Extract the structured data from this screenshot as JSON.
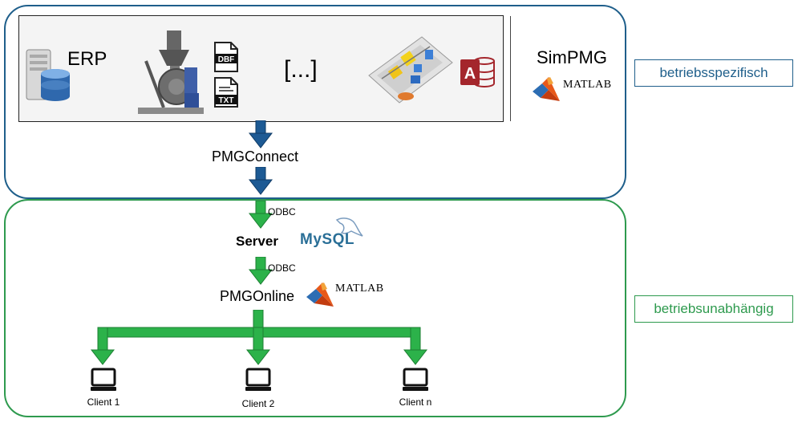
{
  "sources": {
    "erp_label": "ERP",
    "ellipsis": "[...]",
    "dbf_label": "DBF",
    "txt_label": "TXT",
    "access_letter": "A"
  },
  "simpmg": {
    "label": "SimPMG",
    "matlab_label": "MATLAB"
  },
  "connector": {
    "label": "PMGConnect"
  },
  "server": {
    "label": "Server",
    "db_label": "MySQL"
  },
  "online": {
    "label": "PMGOnline",
    "matlab_label": "MATLAB"
  },
  "odbc_labels": [
    "ODBC",
    "ODBC"
  ],
  "clients": [
    "Client 1",
    "Client 2",
    "Client n"
  ],
  "scope_labels": {
    "specific": "betriebsspezifisch",
    "independent": "betriebsunabhängig"
  },
  "colors": {
    "blue": "#1f5f8b",
    "arrow_blue": "#1d5a94",
    "green": "#2e9a4e",
    "arrow_green": "#2cb24a"
  },
  "icons": [
    "database-server-icon",
    "machine-icon",
    "dbf-file-icon",
    "txt-file-icon",
    "machine-model-icon",
    "access-icon",
    "matlab-icon",
    "mysql-dolphin-icon",
    "computer-icon"
  ]
}
